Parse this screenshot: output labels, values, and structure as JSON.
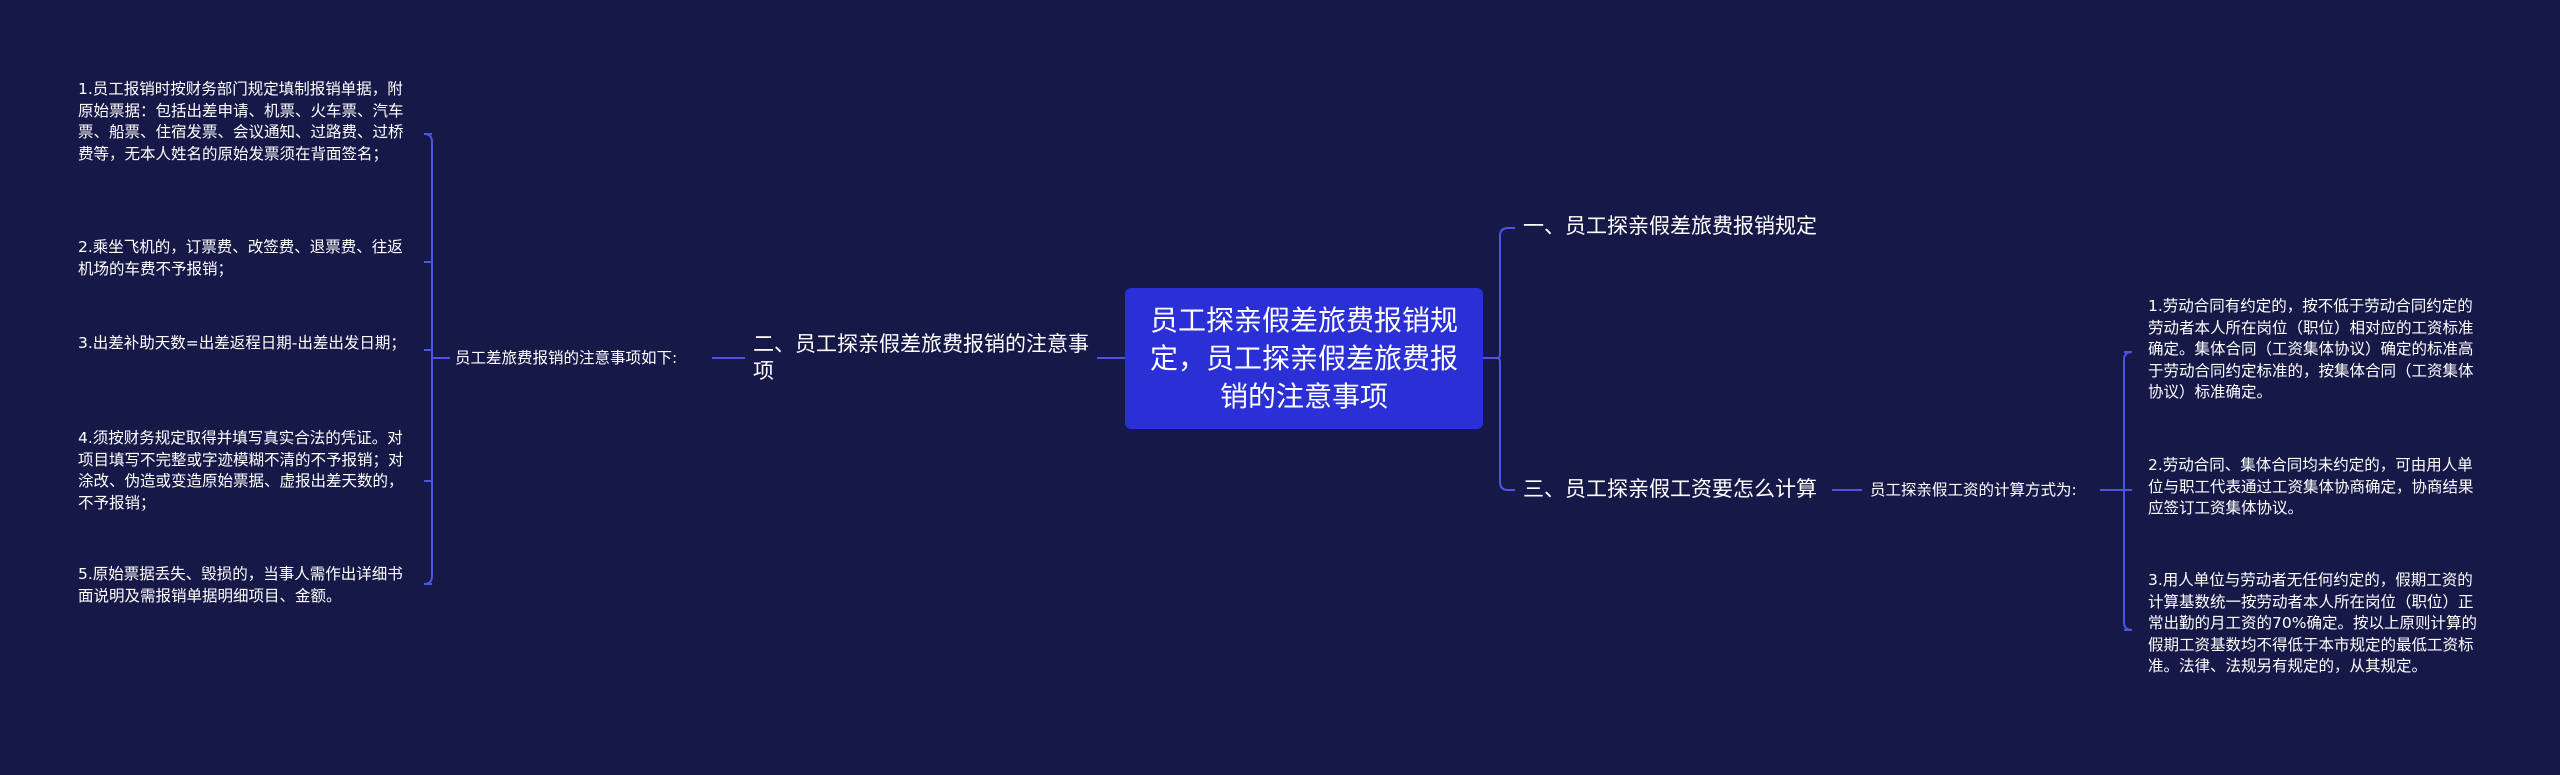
{
  "root": {
    "title": "员工探亲假差旅费报销规定，员工探亲假差旅费报销的注意事项"
  },
  "branches": [
    {
      "label": "一、员工探亲假差旅费报销规定"
    },
    {
      "label": "二、员工探亲假差旅费报销的注意事项",
      "sub": "员工差旅费报销的注意事项如下:",
      "items": [
        "1.员工报销时按财务部门规定填制报销单据，附原始票据：包括出差申请、机票、火车票、汽车票、船票、住宿发票、会议通知、过路费、过桥费等，无本人姓名的原始发票须在背面签名；",
        "2.乘坐飞机的，订票费、改签费、退票费、往返机场的车费不予报销；",
        "3.出差补助天数=出差返程日期-出差出发日期；",
        "4.须按财务规定取得并填写真实合法的凭证。对项目填写不完整或字迹模糊不清的不予报销；对涂改、伪造或变造原始票据、虚报出差天数的，不予报销；",
        "5.原始票据丢失、毁损的，当事人需作出详细书面说明及需报销单据明细项目、金额。"
      ]
    },
    {
      "label": "三、员工探亲假工资要怎么计算",
      "sub": "员工探亲假工资的计算方式为:",
      "items": [
        "1.劳动合同有约定的，按不低于劳动合同约定的劳动者本人所在岗位（职位）相对应的工资标准确定。集体合同（工资集体协议）确定的标准高于劳动合同约定标准的，按集体合同（工资集体协议）标准确定。",
        "2.劳动合同、集体合同均未约定的，可由用人单位与职工代表通过工资集体协商确定，协商结果应签订工资集体协议。",
        "3.用人单位与劳动者无任何约定的，假期工资的计算基数统一按劳动者本人所在岗位（职位）正常出勤的月工资的70%确定。按以上原则计算的假期工资基数均不得低于本市规定的最低工资标准。法律、法规另有规定的，从其规定。"
      ]
    }
  ],
  "colors": {
    "background": "#161848",
    "root_fill": "#2b2fd6",
    "connector": "#4b55e0",
    "text": "#ffffff"
  }
}
